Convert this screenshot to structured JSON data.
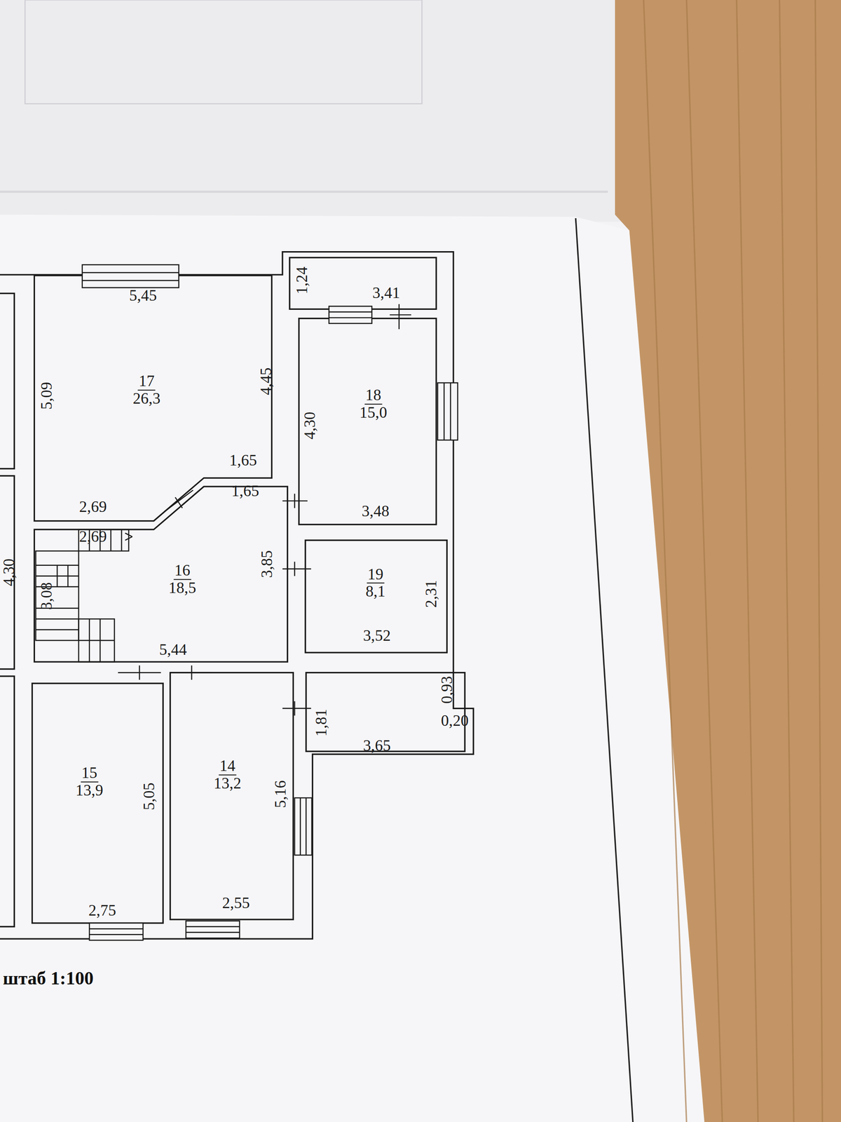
{
  "diagram": {
    "nodes": [
      {
        "text": [
          "17",
          "26,3"
        ]
      },
      {
        "text": [
          "18",
          "15,0"
        ]
      },
      {
        "text": [
          "16",
          "18,5"
        ]
      },
      {
        "text": [
          "19",
          "8,1"
        ]
      },
      {
        "text": [
          "15",
          "13,9"
        ]
      },
      {
        "text": [
          "14",
          "13,2"
        ]
      }
    ],
    "labels": [
      "5,45",
      "5,09",
      "4,45",
      "1,65",
      "1,65",
      "2,69",
      "2,69",
      "3,08",
      "3,85",
      "5,44",
      "1,24",
      "3,41",
      "4,30",
      "3,48",
      "2,31",
      "3,52",
      "0,93",
      "0,20",
      "1,81",
      "3,65",
      "5,05",
      "2,75",
      "5,16",
      "2,55",
      "4,30",
      "штаб 1:100"
    ]
  }
}
